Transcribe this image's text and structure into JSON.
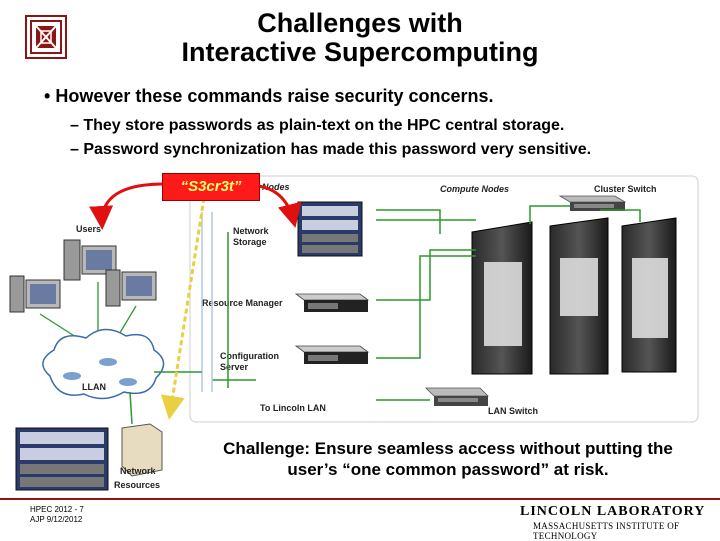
{
  "title": {
    "line1": "Challenges with",
    "line2": "Interactive Supercomputing"
  },
  "bullet": {
    "marker": "•",
    "text": "However these commands raise security concerns."
  },
  "sub_bullets": [
    {
      "dash": "–",
      "text": "They store passwords as plain-text on the HPC central storage."
    },
    {
      "dash": "–",
      "text": "Password synchronization has made this password very sensitive."
    }
  ],
  "password_box": "“S3cr3t”",
  "diagram": {
    "service_nodes": "Nodes",
    "compute_nodes": "Compute Nodes",
    "cluster_switch": "Cluster Switch",
    "users": "Users",
    "network_storage": [
      "Network",
      "Storage"
    ],
    "resource_manager": "Resource Manager",
    "configuration_server": [
      "Configuration",
      "Server"
    ],
    "llan": "LLAN",
    "to_lincoln_lan": "To Lincoln LAN",
    "lan_switch": "LAN Switch",
    "network_resources": [
      "Network",
      "Resources"
    ]
  },
  "challenge": "Challenge: Ensure seamless access without putting the user’s “one common password” at risk.",
  "footer": {
    "line1": "HPEC 2012 - 7",
    "line2": "AJP 9/12/2012"
  },
  "lab": {
    "name": "LINCOLN LABORATORY",
    "sub": "MASSACHUSETTS INSTITUTE OF TECHNOLOGY"
  },
  "colors": {
    "accent": "#8c1515",
    "password_red": "#ff1a1a",
    "arrow_red": "#e01010",
    "link_green": "#2a9a2a",
    "link_yellow": "#e8d040"
  }
}
